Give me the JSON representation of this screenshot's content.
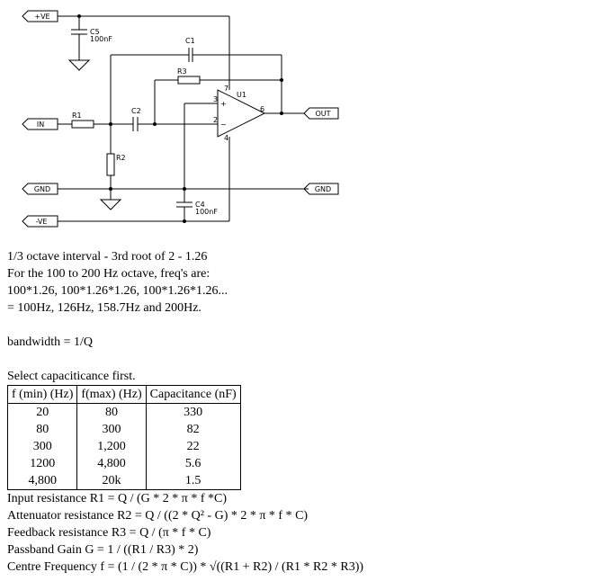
{
  "schematic": {
    "ports": {
      "pve": "+VE",
      "in": "IN",
      "gnd_left": "GND",
      "gnd_right": "GND",
      "nve": "-VE",
      "out": "OUT"
    },
    "components": {
      "c5_ref": "C5",
      "c5_val": "100nF",
      "c1_ref": "C1",
      "r3_ref": "R3",
      "u1_ref": "U1",
      "pin7": "7",
      "pin3": "3",
      "pin2": "2",
      "pin6": "6",
      "pin4": "4",
      "plus": "+",
      "minus": "−",
      "r1_ref": "R1",
      "c2_ref": "C2",
      "r2_ref": "R2",
      "c4_ref": "C4",
      "c4_val": "100nF"
    }
  },
  "notes": {
    "lines_top": [
      "1/3 octave interval - 3rd root of 2 - 1.26",
      "For the 100 to 200 Hz octave, freq's are:",
      "100*1.26, 100*1.26*1.26, 100*1.26*1.26...",
      "= 100Hz, 126Hz, 158.7Hz and 200Hz."
    ],
    "bandwidth": "bandwidth = 1/Q",
    "select_cap": "Select capaciticance first.",
    "table": {
      "headers": [
        "f (min) (Hz)",
        "f(max) (Hz)",
        "Capacitance (nF)"
      ],
      "rows": [
        [
          "20",
          "80",
          "330"
        ],
        [
          "80",
          "300",
          "82"
        ],
        [
          "300",
          "1,200",
          "22"
        ],
        [
          "1200",
          "4,800",
          "5.6"
        ],
        [
          "4,800",
          "20k",
          "1.5"
        ]
      ]
    },
    "formulas": [
      "Input resistance R1 = Q / (G * 2 * π * f *C)",
      "Attenuator resistance R2 = Q / ((2 * Q² - G) * 2 * π * f * C)",
      "Feedback resistance R3 = Q / (π * f * C)",
      "Passband Gain G = 1 / ((R1 / R3) * 2)",
      "Centre Frequency f = (1 / (2 * π * C)) * √((R1 + R2) / (R1 * R2 * R3))"
    ]
  }
}
